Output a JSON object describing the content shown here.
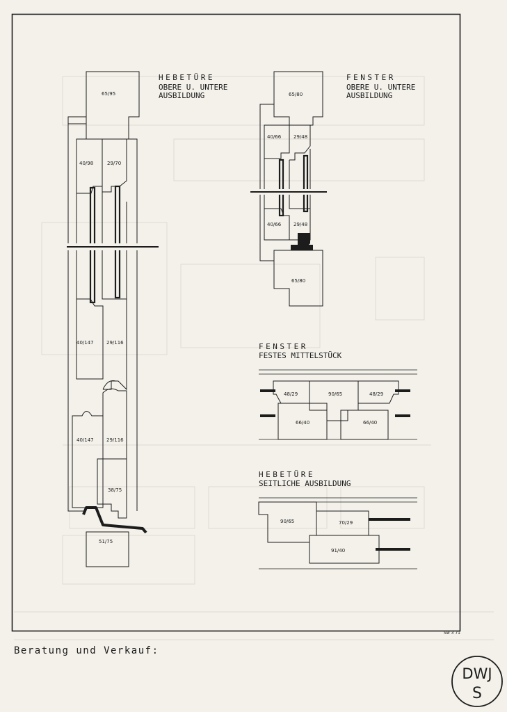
{
  "sections": [
    {
      "title": "HEBETÜRE",
      "subtitle": "OBERE U. UNTERE\nAUSBILDUNG"
    },
    {
      "title": "FENSTER",
      "subtitle": "OBERE U. UNTERE\nAUSBILDUNG"
    },
    {
      "title": "FENSTER",
      "subtitle": "FESTES MITTELSTÜCK"
    },
    {
      "title": "HEBETÜRE",
      "subtitle": "SEITLICHE AUSBILDUNG"
    }
  ],
  "labels": {
    "door_vertical": [
      "65/95",
      "40/98",
      "29/70",
      "40/147",
      "29/116",
      "40/147",
      "29/116",
      "38/75",
      "51/75"
    ],
    "window_vertical": [
      "65/80",
      "40/66",
      "29/48",
      "40/66",
      "29/48",
      "65/80"
    ],
    "window_fixed": [
      "48/29",
      "90/65",
      "48/29",
      "66/40",
      "66/40"
    ],
    "door_side": [
      "90/65",
      "70/29",
      "91/40"
    ]
  },
  "footer": {
    "text": "Beratung und Verkauf:",
    "code": "Sw 3 71"
  },
  "logo": {
    "line1": "DWJ",
    "line2": "S"
  }
}
